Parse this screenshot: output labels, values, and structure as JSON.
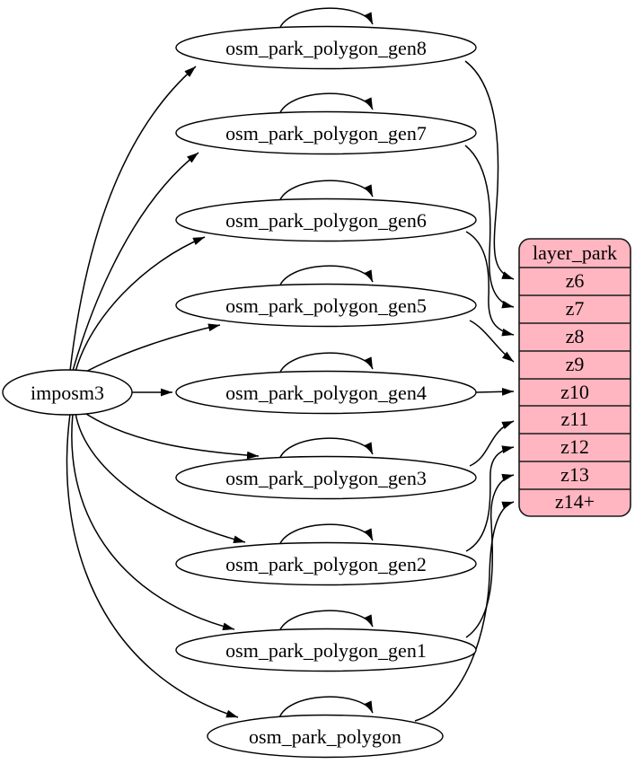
{
  "diagram": {
    "kind": "graphviz-digraph",
    "source": {
      "label": "imposm3"
    },
    "tables": [
      {
        "label": "osm_park_polygon_gen8",
        "from": "imposm3",
        "self_loop": true,
        "maps_to": "z6"
      },
      {
        "label": "osm_park_polygon_gen7",
        "from": "imposm3",
        "self_loop": true,
        "maps_to": "z7"
      },
      {
        "label": "osm_park_polygon_gen6",
        "from": "imposm3",
        "self_loop": true,
        "maps_to": "z8"
      },
      {
        "label": "osm_park_polygon_gen5",
        "from": "imposm3",
        "self_loop": true,
        "maps_to": "z9"
      },
      {
        "label": "osm_park_polygon_gen4",
        "from": "imposm3",
        "self_loop": true,
        "maps_to": "z10"
      },
      {
        "label": "osm_park_polygon_gen3",
        "from": "imposm3",
        "self_loop": true,
        "maps_to": "z11"
      },
      {
        "label": "osm_park_polygon_gen2",
        "from": "imposm3",
        "self_loop": true,
        "maps_to": "z12"
      },
      {
        "label": "osm_park_polygon_gen1",
        "from": "imposm3",
        "self_loop": true,
        "maps_to": "z13"
      },
      {
        "label": "osm_park_polygon",
        "from": "imposm3",
        "self_loop": true,
        "maps_to": "z14+"
      }
    ],
    "layer": {
      "title": "layer_park",
      "rows": [
        "z6",
        "z7",
        "z8",
        "z9",
        "z10",
        "z11",
        "z12",
        "z13",
        "z14+"
      ]
    },
    "colors": {
      "layer_fill": "#ffb6c1",
      "node_fill": "#ffffff",
      "stroke": "#000000",
      "background": "#ffffff"
    }
  }
}
